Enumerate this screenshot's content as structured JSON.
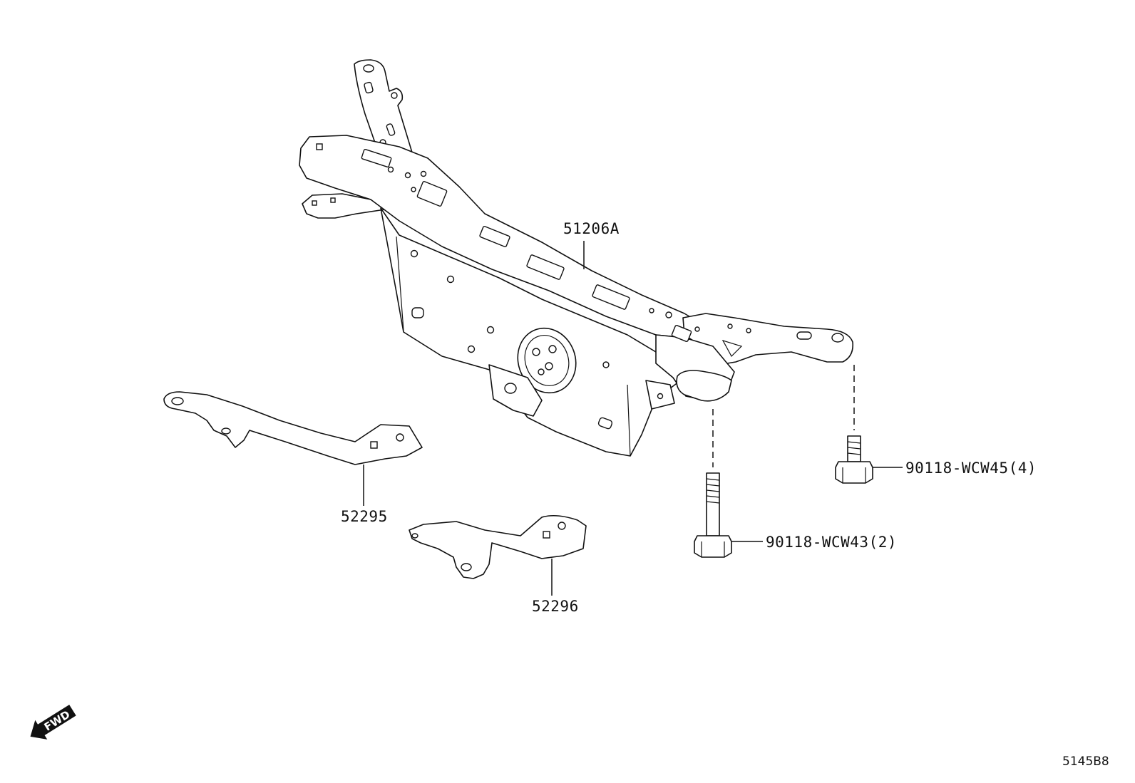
{
  "parts": {
    "crossmember": {
      "label": "51206A",
      "icon": "rear-crossmember-icon"
    },
    "brace_left": {
      "label": "52295",
      "icon": "brace-bracket-icon"
    },
    "brace_right": {
      "label": "52296",
      "icon": "brace-bracket-icon"
    },
    "bolt_long": {
      "label": "90118-WCW43(2)",
      "icon": "long-bolt-icon"
    },
    "bolt_short": {
      "label": "90118-WCW45(4)",
      "icon": "short-bolt-icon"
    }
  },
  "direction_indicator": {
    "label": "FWD",
    "icon": "fwd-arrow-icon"
  },
  "diagram_code": "5145B8",
  "colors": {
    "line": "#111111",
    "background": "#ffffff"
  }
}
